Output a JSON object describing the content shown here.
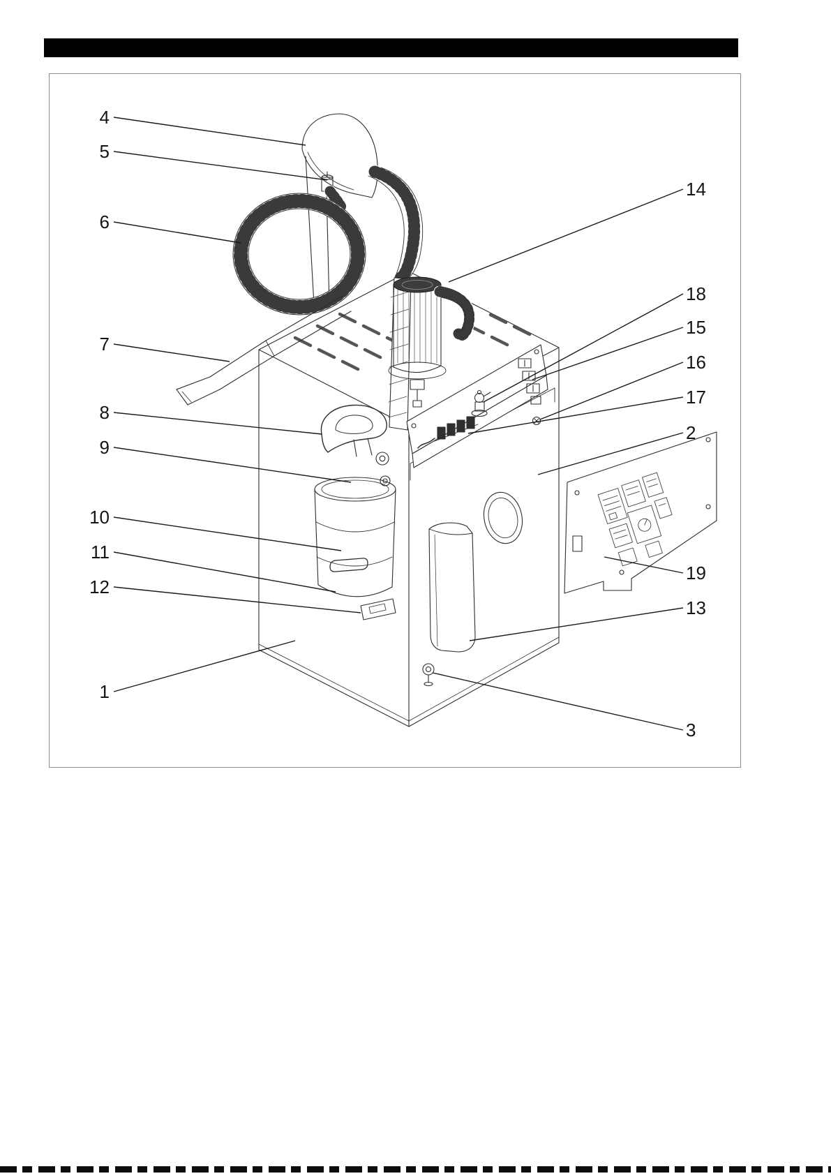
{
  "page": {
    "background_color": "#ffffff",
    "header_bar_color": "#000000",
    "line_color": "#2e2e2e",
    "frame_border_color": "#8c8c8c"
  },
  "figure": {
    "description_icon_names": [
      "machine-illustration",
      "leader-lines",
      "callout-numbers"
    ]
  },
  "callouts": {
    "left": [
      "4",
      "5",
      "6",
      "7",
      "8",
      "9",
      "10",
      "11",
      "12",
      "1"
    ],
    "right": [
      "14",
      "18",
      "15",
      "16",
      "17",
      "2",
      "19",
      "13",
      "3"
    ]
  }
}
